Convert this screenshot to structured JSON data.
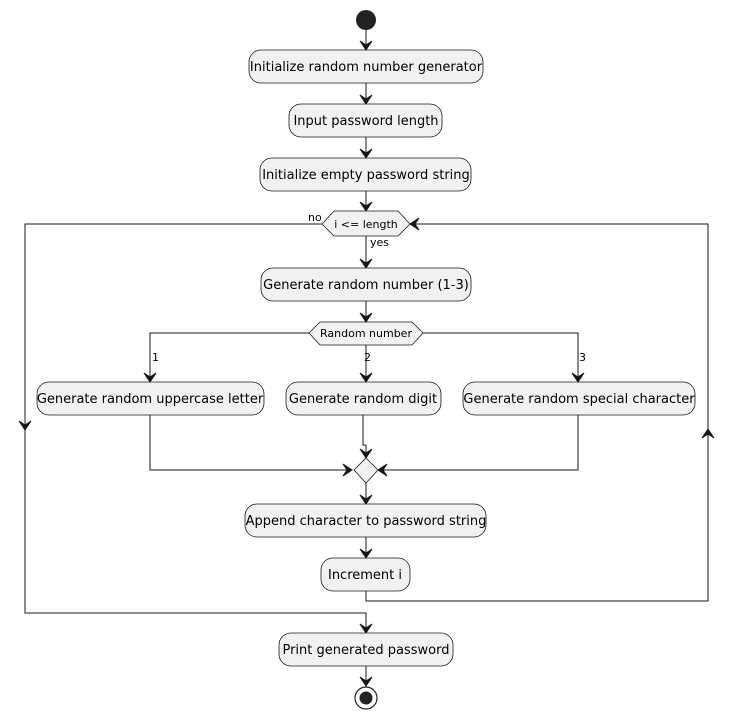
{
  "diagram": {
    "type": "activity-diagram",
    "steps": {
      "init_rng": "Initialize random number generator",
      "input_length": "Input password length",
      "init_string": "Initialize empty password string",
      "gen_number": "Generate random number (1-3)",
      "gen_upper": "Generate random uppercase letter",
      "gen_digit": "Generate random digit",
      "gen_special": "Generate random special character",
      "append_char": "Append character to password string",
      "increment": "Increment i",
      "print_password": "Print generated password"
    },
    "loop_condition": {
      "text": "i <= length",
      "true_label": "yes",
      "false_label": "no"
    },
    "switch": {
      "text": "Random number",
      "case_labels": [
        "1",
        "2",
        "3"
      ]
    }
  }
}
